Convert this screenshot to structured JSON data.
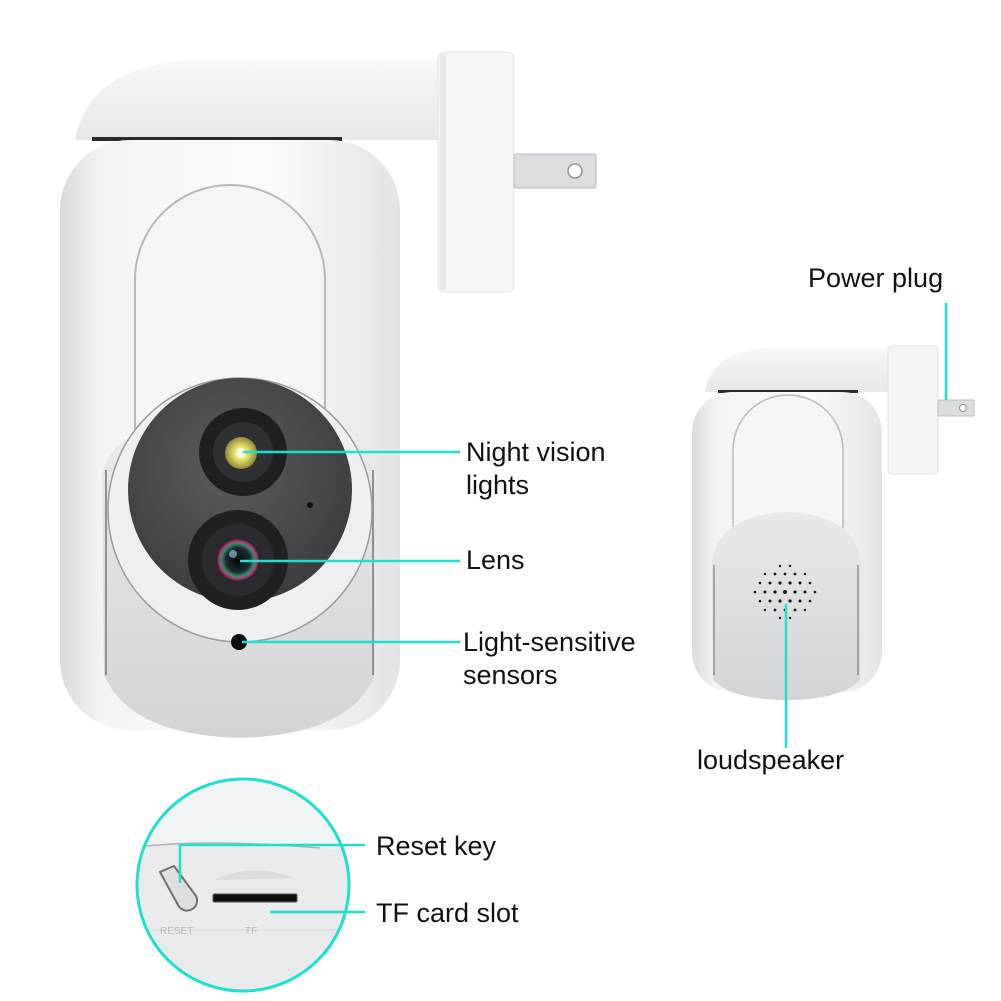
{
  "figure": {
    "subject": "Plug-in security camera feature diagram",
    "accent_color": "#1de0d0"
  },
  "main_camera": {
    "callouts": [
      {
        "id": "night-vision-lights",
        "line1": "Night vision",
        "line2": "lights"
      },
      {
        "id": "lens",
        "line1": "Lens",
        "line2": ""
      },
      {
        "id": "light-sensitive-sensors",
        "line1": "Light-sensitive",
        "line2": "sensors"
      }
    ]
  },
  "side_camera": {
    "callouts": [
      {
        "id": "power-plug",
        "line1": "Power plug"
      },
      {
        "id": "loudspeaker",
        "line1": "loudspeaker"
      }
    ]
  },
  "detail_inset": {
    "engraved": {
      "reset": "RESET",
      "tf": "TF"
    },
    "callouts": [
      {
        "id": "reset-key",
        "line1": "Reset key"
      },
      {
        "id": "tf-card-slot",
        "line1": "TF card slot"
      }
    ]
  }
}
